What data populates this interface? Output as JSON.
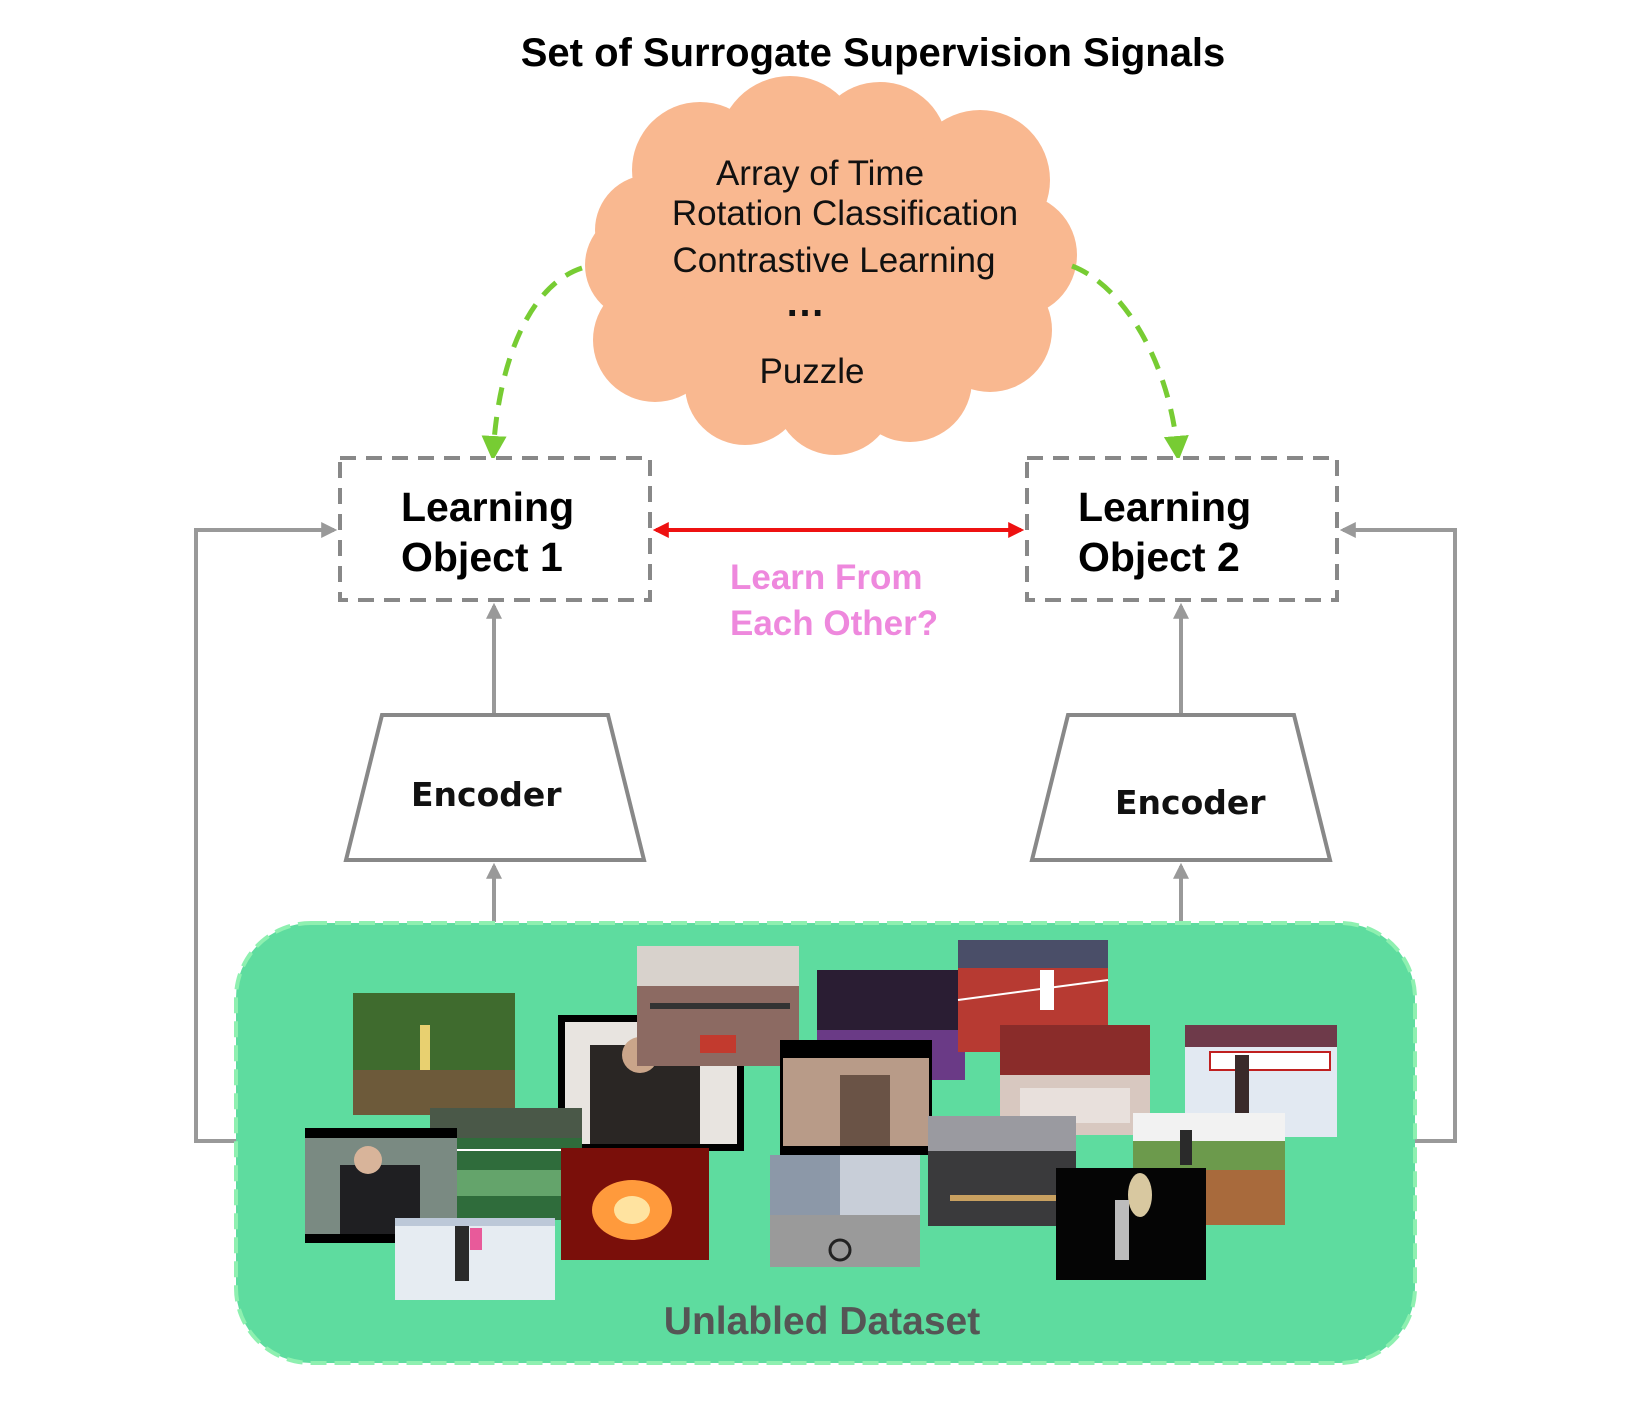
{
  "title": "Set of Surrogate Supervision Signals",
  "cloud": {
    "lines": [
      "Array of Time",
      "Rotation Classification",
      "Contrastive Learning"
    ],
    "ellipsis": "…",
    "last_line": "Puzzle",
    "fill": "#f9b890"
  },
  "learning_objects": [
    {
      "line1": "Learning",
      "line2": "Object 1"
    },
    {
      "line1": "Learning",
      "line2": "Object 2"
    }
  ],
  "mutual": {
    "line1": "Learn From",
    "line2": "Each Other?",
    "color": "#ee88dd",
    "arrow_color": "#ee1111"
  },
  "encoders": [
    {
      "label": "Encoder"
    },
    {
      "label": "Encoder"
    }
  ],
  "dataset": {
    "label": "Unlabled Dataset",
    "fill": "#5edc9f",
    "border": "#8ef0b0"
  },
  "colors": {
    "green_dashed_arrow": "#77cc33",
    "gray_line": "#999999",
    "box_dash": "#888888"
  },
  "images": [
    {
      "name": "outdoor-batting-photo",
      "colors": [
        "#3f6b2e",
        "#6d5a3a"
      ]
    },
    {
      "name": "violinist-photo-1",
      "colors": [
        "#2a2624",
        "#e8e4e0"
      ]
    },
    {
      "name": "weightlifter-photo",
      "colors": [
        "#8c6a62",
        "#c23a2e"
      ]
    },
    {
      "name": "arena-photo",
      "colors": [
        "#3a1d3d",
        "#6a3a86"
      ]
    },
    {
      "name": "tennis-court-photo",
      "colors": [
        "#b73a32",
        "#d86e5e"
      ]
    },
    {
      "name": "figure-skating-photo-1",
      "colors": [
        "#c5d3e4",
        "#e2e9f2"
      ]
    },
    {
      "name": "horse-race-photo",
      "colors": [
        "#2f6c3b",
        "#64a46b"
      ]
    },
    {
      "name": "violinist-photo-2",
      "colors": [
        "#7a8a82",
        "#b8c4bd"
      ]
    },
    {
      "name": "girl-at-desk-photo",
      "colors": [
        "#6a5346",
        "#b89b88"
      ]
    },
    {
      "name": "shot-put-photo",
      "colors": [
        "#8a2c2a",
        "#d8c8c0"
      ]
    },
    {
      "name": "fire-photo",
      "colors": [
        "#7a0f0a",
        "#ff9a3c"
      ]
    },
    {
      "name": "cyclist-photo",
      "colors": [
        "#8c98a8",
        "#c8ced8"
      ]
    },
    {
      "name": "gym-photo",
      "colors": [
        "#3a3a3c",
        "#9a9aa0"
      ]
    },
    {
      "name": "baseball-field-photo",
      "colors": [
        "#a86a3c",
        "#6c9a4c"
      ]
    },
    {
      "name": "dancer-stage-photo",
      "colors": [
        "#050505",
        "#3a3a3a"
      ]
    },
    {
      "name": "figure-skating-photo-2",
      "colors": [
        "#bcc8d8",
        "#e6ecf2"
      ]
    }
  ]
}
